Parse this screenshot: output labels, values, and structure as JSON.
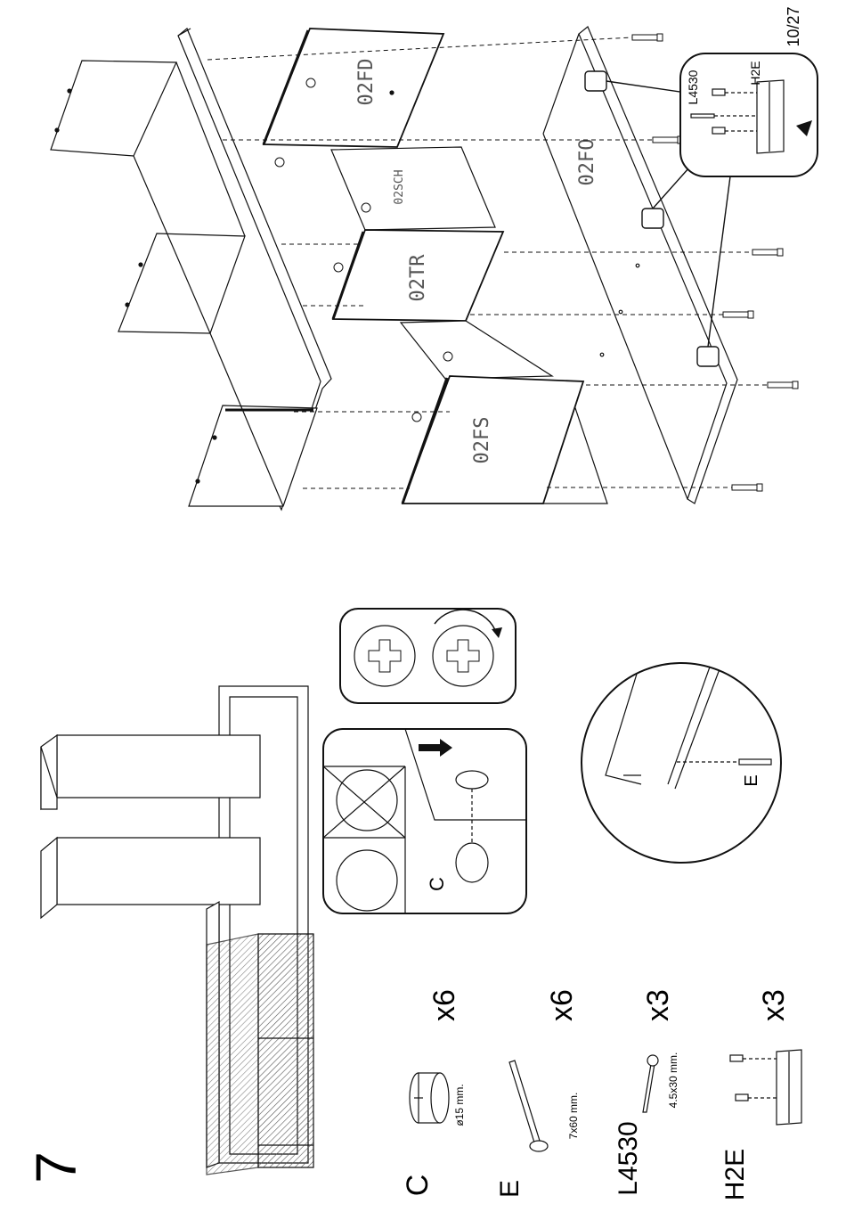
{
  "page_number": "10/27",
  "step_number": "7",
  "panels": {
    "left": "02FD",
    "center": "02SCH",
    "top_right": "02TR",
    "front_lower": "02FS",
    "bottom": "02FO"
  },
  "callout_labels": {
    "screw_small": "L4530",
    "bracket": "H2E",
    "detail_screw": "E",
    "cam_lock": "C"
  },
  "parts": [
    {
      "code": "C",
      "size": "ø15 mm.",
      "qty": "x6",
      "icon": "cam-lock-icon"
    },
    {
      "code": "E",
      "size": "7x60 mm.",
      "qty": "x6",
      "icon": "confirmat-screw-icon"
    },
    {
      "code": "L4530",
      "size": "4.5x30 mm.",
      "qty": "x3",
      "icon": "wood-screw-icon"
    },
    {
      "code": "H2E",
      "size": "",
      "qty": "x3",
      "icon": "hanging-bracket-icon"
    }
  ],
  "colors": {
    "line": "#111111",
    "hatch": "#555555",
    "paper": "#ffffff"
  }
}
